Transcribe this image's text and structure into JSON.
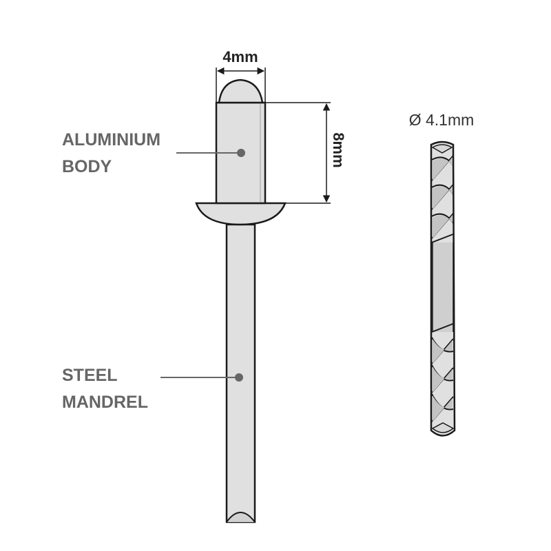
{
  "rivet": {
    "diameter_label": "4mm",
    "length_label": "8mm"
  },
  "callouts": {
    "body_line1": "ALUMINIUM",
    "body_line2": "BODY",
    "mandrel_line1": "STEEL",
    "mandrel_line2": "MANDREL"
  },
  "drill": {
    "diameter_label": "Ø 4.1mm"
  },
  "colors": {
    "outline": "#1a1a1a",
    "fill_light": "#e0e0e0",
    "fill_mid": "#cfcfcf",
    "callout_text": "#666666",
    "callout_line": "#666666"
  }
}
